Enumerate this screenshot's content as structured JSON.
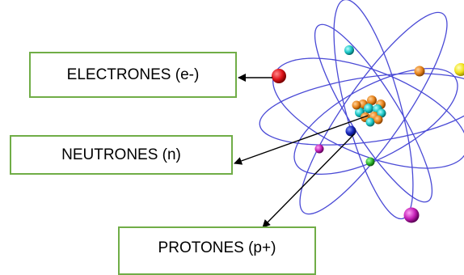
{
  "labels": {
    "electrons": "ELECTRONES (e-)",
    "neutrons": "NEUTRONES (n)",
    "protons": "PROTONES (p+)"
  },
  "colors": {
    "box_border": "#70ad47",
    "orbit": "#4a4ad6",
    "arrow": "#000000",
    "electron_red": "#e0141b",
    "electron_cyan": "#19c6c6",
    "electron_orange": "#e8841c",
    "electron_yellow": "#f2e21a",
    "electron_magenta": "#c41fb6",
    "electron_green": "#2bb52b",
    "electron_blue": "#1424b8",
    "nucleus_orange": "#e07a12",
    "nucleus_cyan": "#18c0c4"
  }
}
